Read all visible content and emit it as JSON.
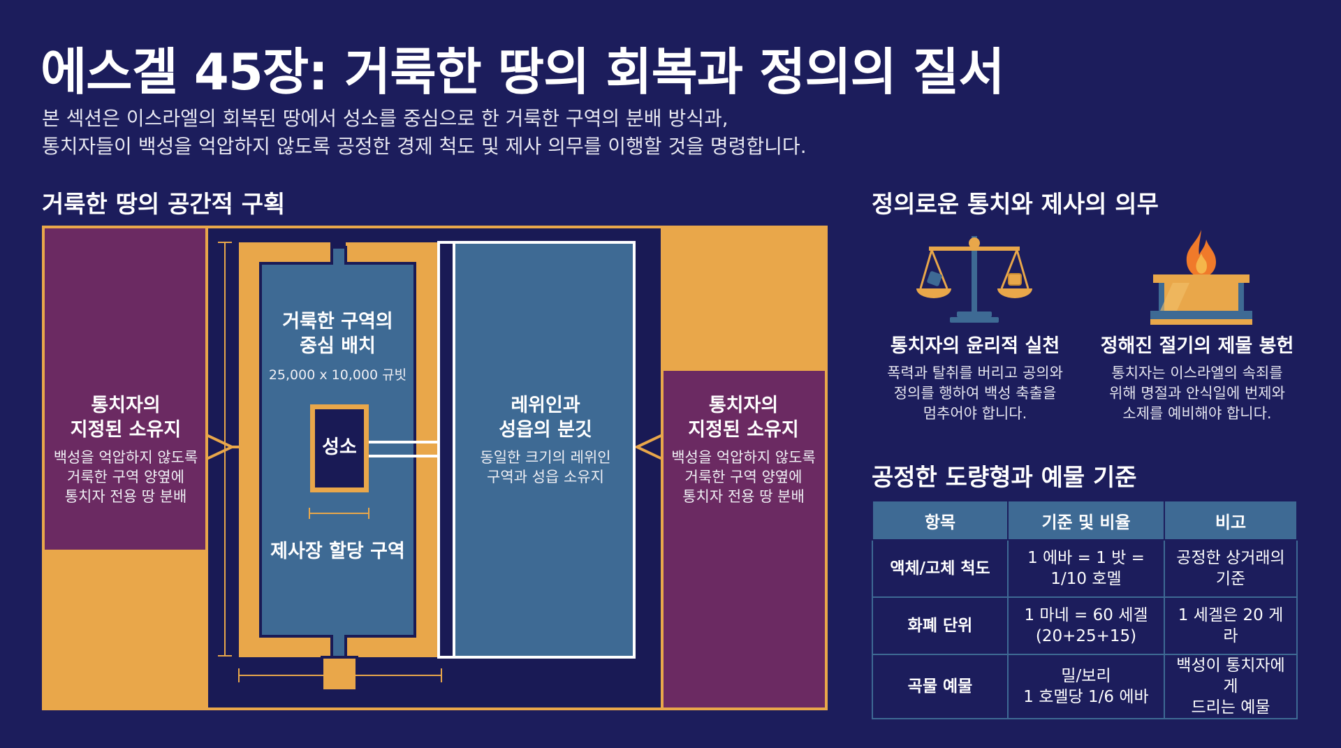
{
  "title": "에스겔 45장: 거룩한 땅의 회복과 정의의 질서",
  "subtitle": [
    "본 섹션은 이스라엘의 회복된 땅에서 성소를 중심으로 한 거룩한 구역의 분배 방식과,",
    "통치자들이 백성을 억압하지 않도록 공정한 경제 척도 및 제사 의무를 이행할 것을 명령합니다."
  ],
  "left_section": {
    "heading": "거룩한 땅의 공간적 구획",
    "prince_left": {
      "title_lines": [
        "통치자의",
        "지정된 소유지"
      ],
      "desc_lines": [
        "백성을 억압하지 않도록",
        "거룩한 구역 양옆에",
        "통치자 전용 땅 분배"
      ]
    },
    "holy_district": {
      "title_lines": [
        "거룩한 구역의",
        "중심 배치"
      ],
      "dimension": "25,000 x 10,000 규빗",
      "sanctuary": "성소",
      "priests_area": "제사장 할당 구역"
    },
    "levites": {
      "title_lines": [
        "레위인과",
        "성읍의 분깃"
      ],
      "desc_lines": [
        "동일한 크기의 레위인",
        "구역과 성읍 소유지"
      ]
    },
    "prince_right": {
      "title_lines": [
        "통치자의",
        "지정된 소유지"
      ],
      "desc_lines": [
        "백성을 억압하지 않도록",
        "거룩한 구역 양옆에",
        "통치자 전용 땅 분배"
      ]
    }
  },
  "right_section": {
    "heading": "정의로운 통치와 제사의 의무",
    "duties": [
      {
        "icon": "scales-icon",
        "title": "통치자의 윤리적 실천",
        "desc_lines": [
          "폭력과 탈취를 버리고 공의와",
          "정의를 행하여 백성 축출을",
          "멈추어야 합니다."
        ]
      },
      {
        "icon": "altar-fire-icon",
        "title": "정해진 절기의 제물 봉헌",
        "desc_lines": [
          "통치자는 이스라엘의 속죄를",
          "위해 명절과 안식일에 번제와",
          "소제를 예비해야 합니다."
        ]
      }
    ],
    "standards_heading": "공정한 도량형과 예물 기준",
    "table": {
      "headers": [
        "항목",
        "기준 및 비율",
        "비고"
      ],
      "rows": [
        {
          "item": "액체/고체 척도",
          "standard_lines": [
            "1 에바 = 1 밧 =",
            "1/10 호멜"
          ],
          "note_lines": [
            "공정한 상거래의",
            "기준"
          ]
        },
        {
          "item": "화폐 단위",
          "standard_lines": [
            "1 마네 = 60 세겔",
            "(20+25+15)"
          ],
          "note_lines": [
            "1 세겔은 20 게라"
          ]
        },
        {
          "item": "곡물 예물",
          "standard_lines": [
            "밀/보리",
            "1 호멜당 1/6 에바"
          ],
          "note_lines": [
            "백성이 통치자에게",
            "드리는 예물"
          ]
        }
      ]
    }
  },
  "colors": {
    "background": "#1c1d5c",
    "gold": "#e9a74a",
    "purple": "#6b2a62",
    "steel_blue": "#3e6a94",
    "navy": "#191a55"
  }
}
